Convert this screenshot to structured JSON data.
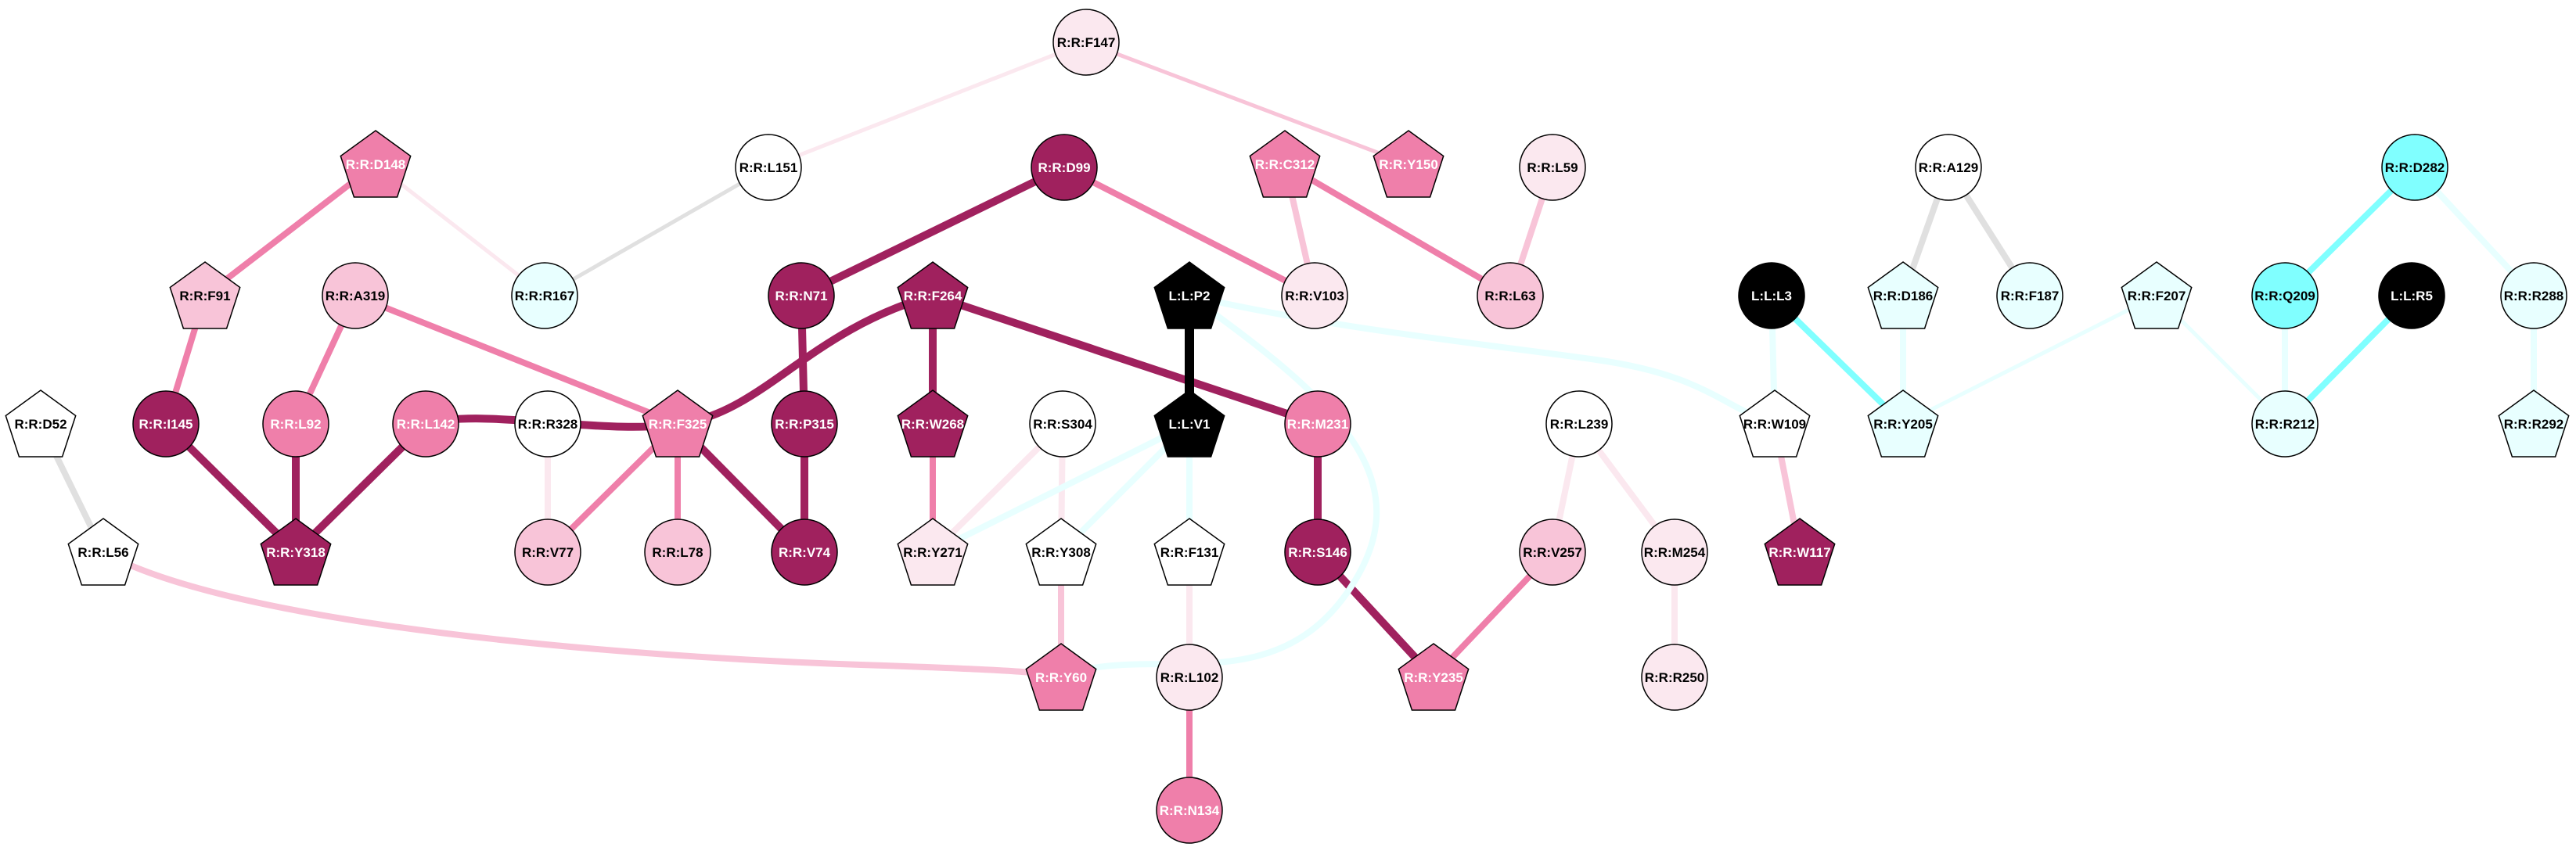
{
  "colors": {
    "black": "#000000",
    "wine": "#a0215e",
    "pink": "#ef7faa",
    "light_pink": "#f8c4d8",
    "pale_pink": "#fbe8ef",
    "white": "#ffffff",
    "pale_cyan": "#e8ffff",
    "cyan": "#80ffff",
    "grey": "#e0e0e0"
  },
  "nodes": [
    {
      "id": "F147",
      "label": "R:R:F147",
      "shape": "circle",
      "fill": "pale_pink"
    },
    {
      "id": "D148",
      "label": "R:R:D148",
      "shape": "pentagon",
      "fill": "pink"
    },
    {
      "id": "L151",
      "label": "R:R:L151",
      "shape": "circle",
      "fill": "white"
    },
    {
      "id": "D99",
      "label": "R:R:D99",
      "shape": "circle",
      "fill": "wine"
    },
    {
      "id": "C312",
      "label": "R:R:C312",
      "shape": "pentagon",
      "fill": "pink"
    },
    {
      "id": "Y150",
      "label": "R:R:Y150",
      "shape": "pentagon",
      "fill": "pink"
    },
    {
      "id": "L59",
      "label": "R:R:L59",
      "shape": "circle",
      "fill": "pale_pink"
    },
    {
      "id": "A129",
      "label": "R:R:A129",
      "shape": "circle",
      "fill": "white"
    },
    {
      "id": "D282",
      "label": "R:R:D282",
      "shape": "circle",
      "fill": "cyan"
    },
    {
      "id": "F91",
      "label": "R:R:F91",
      "shape": "pentagon",
      "fill": "light_pink"
    },
    {
      "id": "A319",
      "label": "R:R:A319",
      "shape": "circle",
      "fill": "light_pink"
    },
    {
      "id": "R167",
      "label": "R:R:R167",
      "shape": "circle",
      "fill": "pale_cyan"
    },
    {
      "id": "N71",
      "label": "R:R:N71",
      "shape": "circle",
      "fill": "wine"
    },
    {
      "id": "F264",
      "label": "R:R:F264",
      "shape": "pentagon",
      "fill": "wine"
    },
    {
      "id": "P2",
      "label": "L:L:P2",
      "shape": "pentagon",
      "fill": "black"
    },
    {
      "id": "V103",
      "label": "R:R:V103",
      "shape": "circle",
      "fill": "pale_pink"
    },
    {
      "id": "L63",
      "label": "R:R:L63",
      "shape": "circle",
      "fill": "light_pink"
    },
    {
      "id": "L3",
      "label": "L:L:L3",
      "shape": "circle",
      "fill": "black"
    },
    {
      "id": "D186",
      "label": "R:R:D186",
      "shape": "pentagon",
      "fill": "pale_cyan"
    },
    {
      "id": "F187",
      "label": "R:R:F187",
      "shape": "circle",
      "fill": "pale_cyan"
    },
    {
      "id": "F207",
      "label": "R:R:F207",
      "shape": "pentagon",
      "fill": "pale_cyan"
    },
    {
      "id": "Q209",
      "label": "R:R:Q209",
      "shape": "circle",
      "fill": "cyan"
    },
    {
      "id": "R5",
      "label": "L:L:R5",
      "shape": "circle",
      "fill": "black"
    },
    {
      "id": "R288",
      "label": "R:R:R288",
      "shape": "circle",
      "fill": "pale_cyan"
    },
    {
      "id": "D52",
      "label": "R:R:D52",
      "shape": "pentagon",
      "fill": "white"
    },
    {
      "id": "I145",
      "label": "R:R:I145",
      "shape": "circle",
      "fill": "wine"
    },
    {
      "id": "L92",
      "label": "R:R:L92",
      "shape": "circle",
      "fill": "pink"
    },
    {
      "id": "L142",
      "label": "R:R:L142",
      "shape": "circle",
      "fill": "pink"
    },
    {
      "id": "R328",
      "label": "R:R:R328",
      "shape": "circle",
      "fill": "white"
    },
    {
      "id": "F325",
      "label": "R:R:F325",
      "shape": "pentagon",
      "fill": "pink"
    },
    {
      "id": "P315",
      "label": "R:R:P315",
      "shape": "circle",
      "fill": "wine"
    },
    {
      "id": "W268",
      "label": "R:R:W268",
      "shape": "pentagon",
      "fill": "wine"
    },
    {
      "id": "S304",
      "label": "R:R:S304",
      "shape": "circle",
      "fill": "white"
    },
    {
      "id": "V1",
      "label": "L:L:V1",
      "shape": "pentagon",
      "fill": "black"
    },
    {
      "id": "M231",
      "label": "R:R:M231",
      "shape": "circle",
      "fill": "pink"
    },
    {
      "id": "L239",
      "label": "R:R:L239",
      "shape": "circle",
      "fill": "white"
    },
    {
      "id": "W109",
      "label": "R:R:W109",
      "shape": "pentagon",
      "fill": "white"
    },
    {
      "id": "Y205",
      "label": "R:R:Y205",
      "shape": "pentagon",
      "fill": "pale_cyan"
    },
    {
      "id": "R212",
      "label": "R:R:R212",
      "shape": "circle",
      "fill": "pale_cyan"
    },
    {
      "id": "R292",
      "label": "R:R:R292",
      "shape": "pentagon",
      "fill": "pale_cyan"
    },
    {
      "id": "L56",
      "label": "R:R:L56",
      "shape": "pentagon",
      "fill": "white"
    },
    {
      "id": "Y318",
      "label": "R:R:Y318",
      "shape": "pentagon",
      "fill": "wine"
    },
    {
      "id": "V77",
      "label": "R:R:V77",
      "shape": "circle",
      "fill": "light_pink"
    },
    {
      "id": "L78",
      "label": "R:R:L78",
      "shape": "circle",
      "fill": "light_pink"
    },
    {
      "id": "V74",
      "label": "R:R:V74",
      "shape": "circle",
      "fill": "wine"
    },
    {
      "id": "Y271",
      "label": "R:R:Y271",
      "shape": "pentagon",
      "fill": "pale_pink"
    },
    {
      "id": "Y308",
      "label": "R:R:Y308",
      "shape": "pentagon",
      "fill": "white"
    },
    {
      "id": "F131",
      "label": "R:R:F131",
      "shape": "pentagon",
      "fill": "white"
    },
    {
      "id": "S146",
      "label": "R:R:S146",
      "shape": "circle",
      "fill": "wine"
    },
    {
      "id": "V257",
      "label": "R:R:V257",
      "shape": "circle",
      "fill": "light_pink"
    },
    {
      "id": "M254",
      "label": "R:R:M254",
      "shape": "circle",
      "fill": "pale_pink"
    },
    {
      "id": "W117",
      "label": "R:R:W117",
      "shape": "pentagon",
      "fill": "wine"
    },
    {
      "id": "Y60",
      "label": "R:R:Y60",
      "shape": "pentagon",
      "fill": "pink"
    },
    {
      "id": "L102",
      "label": "R:R:L102",
      "shape": "circle",
      "fill": "pale_pink"
    },
    {
      "id": "Y235",
      "label": "R:R:Y235",
      "shape": "pentagon",
      "fill": "pink"
    },
    {
      "id": "R250",
      "label": "R:R:R250",
      "shape": "circle",
      "fill": "pale_pink"
    },
    {
      "id": "N134",
      "label": "R:R:N134",
      "shape": "circle",
      "fill": "pink"
    }
  ],
  "edges": [
    {
      "from": "F147",
      "to": "L151",
      "color": "pale_pink",
      "weight": "thin"
    },
    {
      "from": "F147",
      "to": "Y150",
      "color": "light_pink",
      "weight": "thin"
    },
    {
      "from": "D148",
      "to": "F91",
      "color": "pink",
      "weight": "medium"
    },
    {
      "from": "D148",
      "to": "R167",
      "color": "pale_pink",
      "weight": "thin"
    },
    {
      "from": "L151",
      "to": "R167",
      "color": "grey",
      "weight": "thin"
    },
    {
      "from": "D99",
      "to": "N71",
      "color": "wine",
      "weight": "thick"
    },
    {
      "from": "D99",
      "to": "V103",
      "color": "pink",
      "weight": "medium"
    },
    {
      "from": "C312",
      "to": "V103",
      "color": "light_pink",
      "weight": "medium"
    },
    {
      "from": "C312",
      "to": "L63",
      "color": "pink",
      "weight": "medium"
    },
    {
      "from": "L59",
      "to": "L63",
      "color": "light_pink",
      "weight": "medium"
    },
    {
      "from": "A129",
      "to": "D186",
      "color": "grey",
      "weight": "medium"
    },
    {
      "from": "A129",
      "to": "F187",
      "color": "grey",
      "weight": "medium"
    },
    {
      "from": "D282",
      "to": "Q209",
      "color": "cyan",
      "weight": "medium"
    },
    {
      "from": "D282",
      "to": "R288",
      "color": "pale_cyan",
      "weight": "medium"
    },
    {
      "from": "F91",
      "to": "I145",
      "color": "pink",
      "weight": "medium"
    },
    {
      "from": "A319",
      "to": "L92",
      "color": "pink",
      "weight": "medium"
    },
    {
      "from": "A319",
      "to": "F325",
      "color": "pink",
      "weight": "medium"
    },
    {
      "from": "N71",
      "to": "P315",
      "color": "wine",
      "weight": "thick"
    },
    {
      "from": "F264",
      "to": "L142",
      "color": "wine",
      "weight": "thick"
    },
    {
      "from": "F264",
      "to": "W268",
      "color": "wine",
      "weight": "thick"
    },
    {
      "from": "F264",
      "to": "M231",
      "color": "wine",
      "weight": "thick"
    },
    {
      "from": "P2",
      "to": "V1",
      "color": "black",
      "weight": "heavy"
    },
    {
      "from": "P2",
      "to": "W109",
      "color": "pale_cyan",
      "weight": "medium"
    },
    {
      "from": "L3",
      "to": "W109",
      "color": "pale_cyan",
      "weight": "medium"
    },
    {
      "from": "L3",
      "to": "Y205",
      "color": "cyan",
      "weight": "medium"
    },
    {
      "from": "D186",
      "to": "Y205",
      "color": "pale_cyan",
      "weight": "medium"
    },
    {
      "from": "F207",
      "to": "Y205",
      "color": "pale_cyan",
      "weight": "thin"
    },
    {
      "from": "F207",
      "to": "R212",
      "color": "pale_cyan",
      "weight": "thin"
    },
    {
      "from": "Q209",
      "to": "R212",
      "color": "pale_cyan",
      "weight": "medium"
    },
    {
      "from": "R5",
      "to": "R212",
      "color": "cyan",
      "weight": "medium"
    },
    {
      "from": "R288",
      "to": "R292",
      "color": "pale_cyan",
      "weight": "medium"
    },
    {
      "from": "D52",
      "to": "L56",
      "color": "grey",
      "weight": "medium"
    },
    {
      "from": "I145",
      "to": "Y318",
      "color": "wine",
      "weight": "thick"
    },
    {
      "from": "L92",
      "to": "Y318",
      "color": "wine",
      "weight": "thick"
    },
    {
      "from": "L142",
      "to": "Y318",
      "color": "wine",
      "weight": "thick"
    },
    {
      "from": "R328",
      "to": "V77",
      "color": "pale_pink",
      "weight": "medium"
    },
    {
      "from": "F325",
      "to": "V77",
      "color": "pink",
      "weight": "medium"
    },
    {
      "from": "F325",
      "to": "L78",
      "color": "pink",
      "weight": "medium"
    },
    {
      "from": "F325",
      "to": "V74",
      "color": "wine",
      "weight": "thick"
    },
    {
      "from": "P315",
      "to": "V74",
      "color": "wine",
      "weight": "thick"
    },
    {
      "from": "W268",
      "to": "Y271",
      "color": "pink",
      "weight": "medium"
    },
    {
      "from": "S304",
      "to": "Y271",
      "color": "pale_pink",
      "weight": "medium"
    },
    {
      "from": "S304",
      "to": "Y308",
      "color": "pale_pink",
      "weight": "medium"
    },
    {
      "from": "V1",
      "to": "Y271",
      "color": "pale_cyan",
      "weight": "medium"
    },
    {
      "from": "V1",
      "to": "Y308",
      "color": "pale_cyan",
      "weight": "medium"
    },
    {
      "from": "V1",
      "to": "F131",
      "color": "pale_cyan",
      "weight": "medium"
    },
    {
      "from": "M231",
      "to": "S146",
      "color": "wine",
      "weight": "thick"
    },
    {
      "from": "L239",
      "to": "V257",
      "color": "pale_pink",
      "weight": "medium"
    },
    {
      "from": "L239",
      "to": "M254",
      "color": "pale_pink",
      "weight": "medium"
    },
    {
      "from": "W109",
      "to": "W117",
      "color": "light_pink",
      "weight": "medium"
    },
    {
      "from": "Y308",
      "to": "Y60",
      "color": "light_pink",
      "weight": "medium"
    },
    {
      "from": "F131",
      "to": "L102",
      "color": "pale_pink",
      "weight": "medium"
    },
    {
      "from": "S146",
      "to": "Y235",
      "color": "wine",
      "weight": "thick"
    },
    {
      "from": "V257",
      "to": "Y235",
      "color": "pink",
      "weight": "medium"
    },
    {
      "from": "M254",
      "to": "R250",
      "color": "pale_pink",
      "weight": "medium"
    },
    {
      "from": "L102",
      "to": "N134",
      "color": "pink",
      "weight": "medium"
    },
    {
      "from": "L56",
      "to": "Y60",
      "color": "light_pink",
      "weight": "medium"
    },
    {
      "from": "P2",
      "to": "Y60",
      "color": "pale_cyan",
      "weight": "medium"
    }
  ]
}
